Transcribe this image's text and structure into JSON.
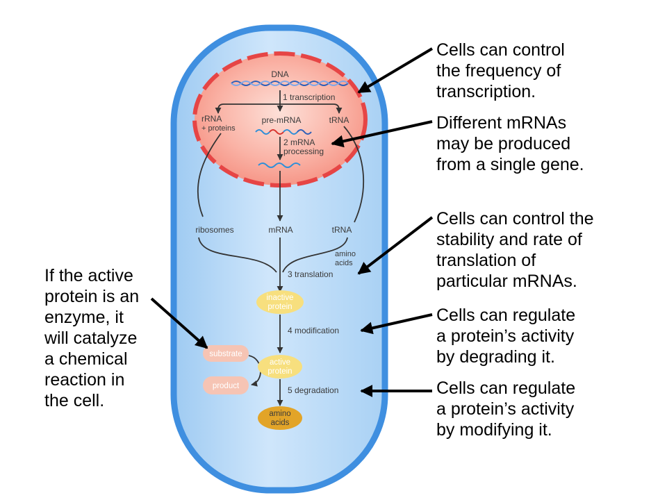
{
  "cell": {
    "dna": "DNA",
    "step1": "1 transcription",
    "rrna": "rRNA",
    "plus_proteins": "+ proteins",
    "pre_mrna": "pre-mRNA",
    "trna_nucleus": "tRNA",
    "step2_line1": "2 mRNA",
    "step2_line2": "processing",
    "ribosomes": "ribosomes",
    "mrna": "mRNA",
    "trna_cyto": "tRNA",
    "amino_line1": "amino",
    "amino_line2": "acids",
    "step3": "3 translation",
    "inactive_line1": "inactive",
    "inactive_line2": "protein",
    "step4": "4 modification",
    "substrate": "substrate",
    "active_line1": "active",
    "active_line2": "protein",
    "product": "product",
    "step5": "5 degradation",
    "final_line1": "amino",
    "final_line2": "acids"
  },
  "notes": {
    "transcription": "Cells can control\nthe frequency of\ntranscription.",
    "mrnas": "Different mRNAs\nmay be produced\nfrom a single gene.",
    "translation": "Cells can control the\nstability and rate of\ntranslation of\nparticular mRNAs.",
    "degrading": "Cells can regulate\na protein’s activity\nby degrading it.",
    "modifying": "Cells can regulate\na protein’s activity\nby modifying it.",
    "enzyme": "If the active\nprotein is an\nenzyme, it\nwill catalyze\na chemical\nreaction in\nthe cell."
  },
  "colors": {
    "cell_fill": "#bcdcf8",
    "cell_border": "#3f8fe0",
    "nucleus_fill": "#f8a79b",
    "nucleus_border": "#e64545",
    "protein_yellow": "#f7df7e",
    "final_amber": "#e2a428",
    "pink_pill": "#f6c4b4"
  }
}
